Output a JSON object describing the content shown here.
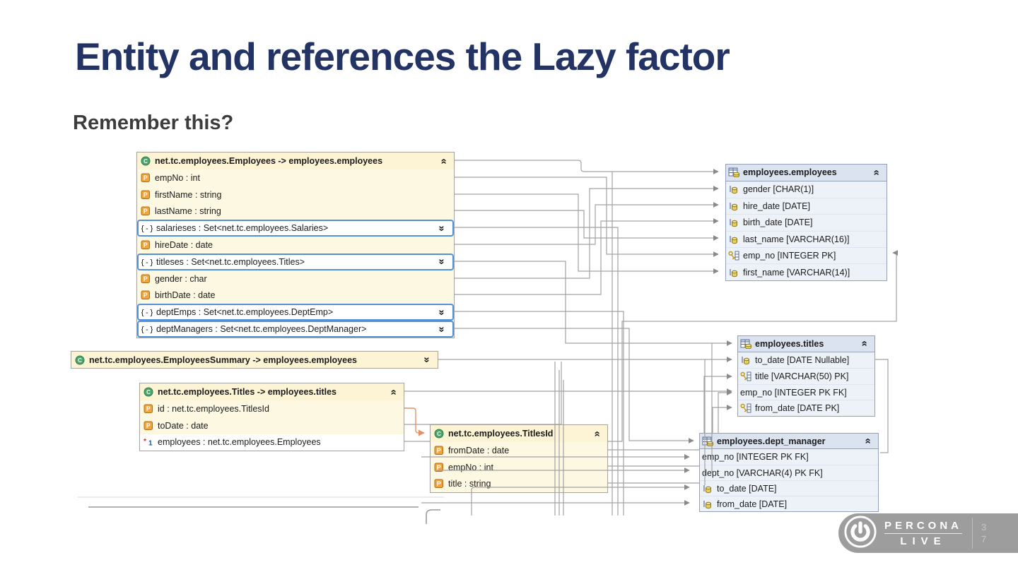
{
  "slide": {
    "title": "Entity and references the Lazy factor",
    "subtitle": "Remember this?",
    "page_lines": [
      "3",
      "7"
    ]
  },
  "logo": {
    "brand_top": "PERCONA",
    "brand_bottom": "LIVE"
  },
  "colors": {
    "title_navy": "#223364",
    "entity_bg": "#fdf8e2",
    "table_bg": "#edf2f9",
    "selected_border": "#5291d8",
    "wire_gray": "#a2a2a2",
    "wire_orange": "#dd9468",
    "logo_gray": "#9d9d9d"
  },
  "entities": [
    {
      "title": "net.tc.employees.Employees -> employees.employees",
      "header_icon": "class",
      "chevron": "up",
      "rows": [
        {
          "icon": "property",
          "label": "empNo : int"
        },
        {
          "icon": "property",
          "label": "firstName : string"
        },
        {
          "icon": "property",
          "label": "lastName : string"
        },
        {
          "icon": "set",
          "label": "salarieses : Set<net.tc.employees.Salaries>",
          "selected": true,
          "chevron": "down"
        },
        {
          "icon": "property",
          "label": "hireDate : date"
        },
        {
          "icon": "set",
          "label": "titleses : Set<net.tc.employees.Titles>",
          "selected": true,
          "chevron": "down"
        },
        {
          "icon": "property",
          "label": "gender : char"
        },
        {
          "icon": "property",
          "label": "birthDate : date"
        },
        {
          "icon": "set",
          "label": "deptEmps : Set<net.tc.employees.DeptEmp>",
          "selected": true,
          "chevron": "down"
        },
        {
          "icon": "set",
          "label": "deptManagers : Set<net.tc.employees.DeptManager>",
          "selected": true,
          "chevron": "down"
        }
      ]
    },
    {
      "title": "net.tc.employees.EmployeesSummary -> employees.employees",
      "header_icon": "class",
      "chevron": "down",
      "rows": []
    },
    {
      "title": "net.tc.employees.Titles -> employees.titles",
      "header_icon": "class",
      "chevron": "up",
      "rows": [
        {
          "icon": "property",
          "label": "id : net.tc.employees.TitlesId"
        },
        {
          "icon": "property",
          "label": "toDate : date"
        },
        {
          "icon": "ref",
          "label": "employees : net.tc.employees.Employees",
          "white": true
        }
      ]
    },
    {
      "title": "net.tc.employees.TitlesId",
      "header_icon": "class",
      "chevron": "up",
      "rows": [
        {
          "icon": "property",
          "label": "fromDate : date"
        },
        {
          "icon": "property",
          "label": "empNo : int"
        },
        {
          "icon": "property",
          "label": "title : string"
        }
      ]
    }
  ],
  "tables": [
    {
      "title": "employees.employees",
      "header_icon": "table",
      "chevron": "up",
      "rows": [
        {
          "icon": "column",
          "label": "gender [CHAR(1)]"
        },
        {
          "icon": "column",
          "label": "hire_date [DATE]"
        },
        {
          "icon": "column",
          "label": "birth_date [DATE]"
        },
        {
          "icon": "column",
          "label": "last_name [VARCHAR(16)]"
        },
        {
          "icon": "key",
          "label": "emp_no [INTEGER PK]"
        },
        {
          "icon": "column",
          "label": "first_name [VARCHAR(14)]"
        }
      ]
    },
    {
      "title": "employees.titles",
      "header_icon": "table",
      "chevron": "up",
      "rows": [
        {
          "icon": "column",
          "label": "to_date [DATE Nullable]"
        },
        {
          "icon": "key",
          "label": "title [VARCHAR(50) PK]"
        },
        {
          "icon": "none",
          "label": "emp_no [INTEGER PK FK]"
        },
        {
          "icon": "key",
          "label": "from_date [DATE PK]"
        }
      ]
    },
    {
      "title": "employees.dept_manager",
      "header_icon": "table",
      "chevron": "up",
      "rows": [
        {
          "icon": "none",
          "label": "emp_no [INTEGER PK FK]"
        },
        {
          "icon": "none",
          "label": "dept_no [VARCHAR(4) PK FK]"
        },
        {
          "icon": "column",
          "label": "to_date [DATE]"
        },
        {
          "icon": "column",
          "label": "from_date [DATE]"
        }
      ]
    }
  ]
}
